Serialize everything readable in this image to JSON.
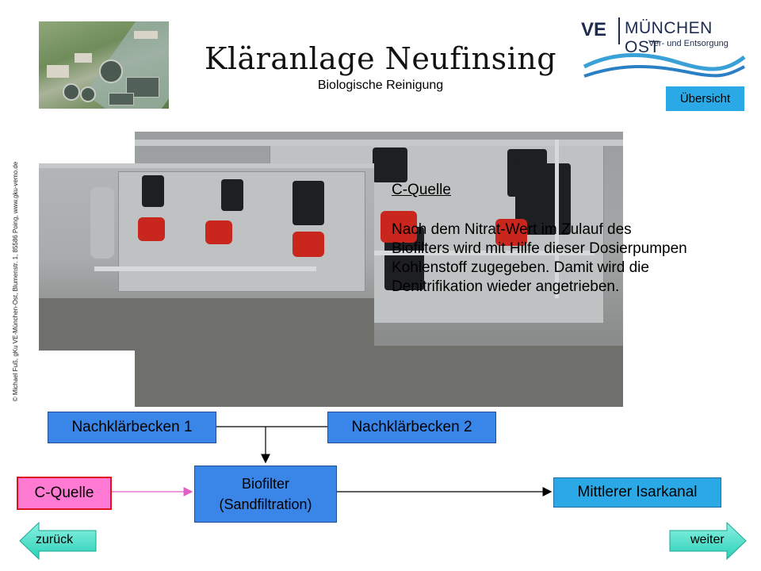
{
  "header": {
    "title": "Kläranlage Neufinsing",
    "subtitle": "Biologische Reinigung"
  },
  "logo": {
    "ve": "VE",
    "name": "MÜNCHEN OST",
    "tagline": "Ver- und Entsorgung"
  },
  "overview_label": "Übersicht",
  "copyright": "© Michael Fuß, gKu VE-München-Ost, Blumenstr. 1, 85586 Poing, www.gku-vemo.de",
  "caption": {
    "heading": "C-Quelle",
    "text": "Nach dem Nitrat-Wert im Zulauf des Biofilters wird mit Hilfe dieser Dosierpumpen Kohlenstoff zugegeben. Damit wird die Denitrifikation wieder angetrieben."
  },
  "flow": {
    "nachklaerbecken_1": "Nachklärbecken 1",
    "nachklaerbecken_2": "Nachklärbecken 2",
    "biofilter_line1": "Biofilter",
    "biofilter_line2": "(Sandfiltration)",
    "c_quelle": "C-Quelle",
    "mittlerer_isarkanal": "Mittlerer Isarkanal"
  },
  "nav": {
    "back": "zurück",
    "next": "weiter"
  },
  "colors": {
    "box_blue": "#3a86e8",
    "button_cyan": "#2aa9e6",
    "c_quelle_fill": "#ff7ad2",
    "c_quelle_border": "#e0121e",
    "nav_arrow": "#2ad1b8",
    "logo_navy": "#1d2b4f",
    "logo_wave": "#3aa0d8"
  }
}
